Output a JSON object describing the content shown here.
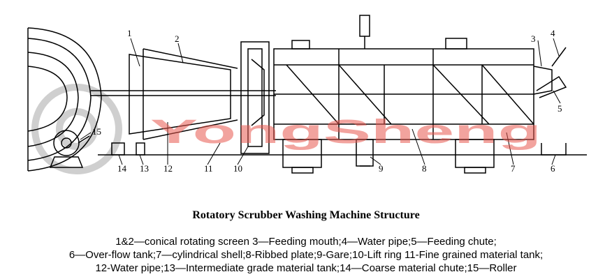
{
  "diagram": {
    "labels": [
      "1",
      "2",
      "3",
      "4",
      "5",
      "6",
      "7",
      "8",
      "9",
      "10",
      "11",
      "12",
      "13",
      "14",
      "15"
    ],
    "watermark": "YongSheng"
  },
  "title": "Rotatory Scrubber Washing Machine Structure",
  "legend": {
    "line1": "1&2—conical rotating screen 3—Feeding mouth;4—Water pipe;5—Feeding chute;",
    "line2": "6—Over-flow tank;7—cylindrical shell;8-Ribbed plate;9-Gare;10-Lift ring 11-Fine grained material tank;",
    "line3": "12-Water pipe;13—Intermediate grade material tank;14—Coarse material chute;15—Roller"
  },
  "colors": {
    "watermark": "#e8584f",
    "gear": "#cfcfcf",
    "line": "#000000"
  }
}
